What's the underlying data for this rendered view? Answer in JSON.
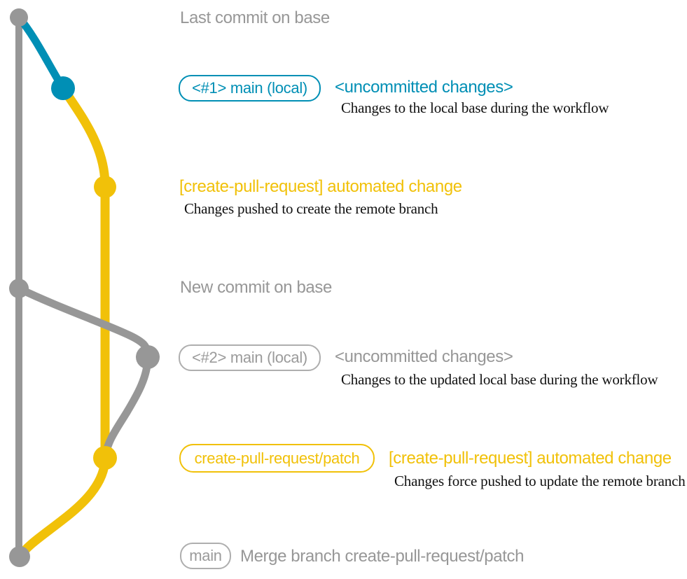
{
  "title": "create-pull-request action git workflow diagram",
  "colors": {
    "base_branch": "#979797",
    "local_main_branch": "#008fb5",
    "patch_branch": "#f1c109",
    "detail_text": "#111111",
    "background": "#ffffff"
  },
  "graph": {
    "branches": [
      {
        "name": "base",
        "color": "#979797"
      },
      {
        "name": "main-local",
        "color": "#008fb5"
      },
      {
        "name": "create-pull-request-patch",
        "color": "#f1c109"
      }
    ],
    "commits": [
      {
        "name": "last-commit-on-base",
        "branch": "base"
      },
      {
        "name": "local-main-state-1",
        "branch": "main-local"
      },
      {
        "name": "automated-change-push-1",
        "branch": "create-pull-request-patch"
      },
      {
        "name": "new-commit-on-base",
        "branch": "base"
      },
      {
        "name": "local-main-state-2",
        "branch": "main-local"
      },
      {
        "name": "automated-change-force-push",
        "branch": "create-pull-request-patch"
      },
      {
        "name": "merge-commit",
        "branch": "base"
      }
    ]
  },
  "rows": {
    "last_commit": {
      "text": "Last commit on base"
    },
    "state1": {
      "badge": "<#1> main (local)",
      "note": "<uncommitted changes>",
      "detail": "Changes to the local base during the workflow"
    },
    "push1": {
      "note": "[create-pull-request] automated change",
      "detail": "Changes pushed to create the remote branch"
    },
    "new_commit": {
      "text": "New commit on base"
    },
    "state2": {
      "badge": "<#2> main (local)",
      "note": "<uncommitted changes>",
      "detail": "Changes to the updated local base during the workflow"
    },
    "push2": {
      "badge": "create-pull-request/patch",
      "note": "[create-pull-request] automated change",
      "detail": "Changes force pushed to update the remote branch"
    },
    "merge": {
      "badge": "main",
      "note": "Merge branch create-pull-request/patch"
    }
  }
}
